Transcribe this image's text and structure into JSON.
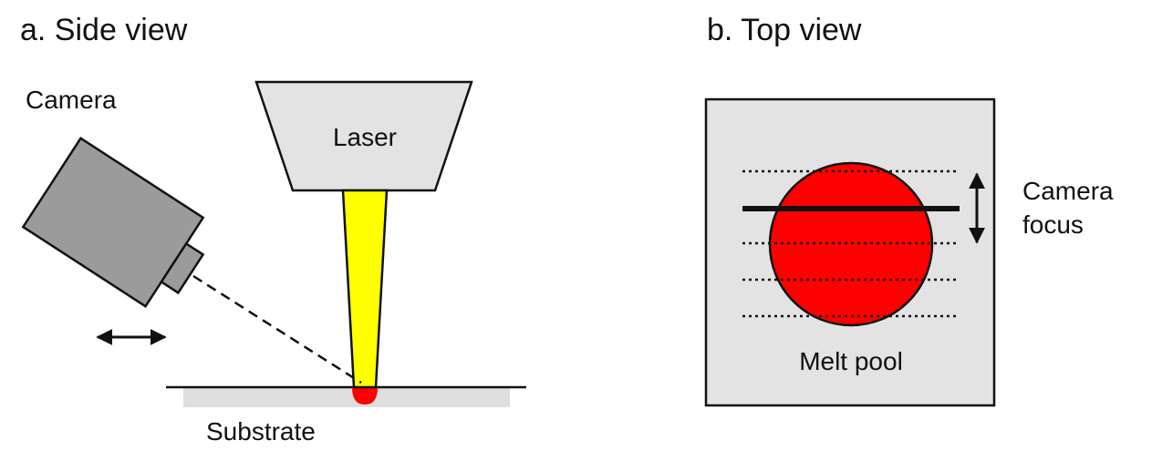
{
  "panel_a": {
    "title": "a. Side view",
    "camera_label": "Camera",
    "laser_label": "Laser",
    "substrate_label": "Substrate"
  },
  "panel_b": {
    "title": "b. Top view",
    "melt_pool_label": "Melt pool",
    "camera_focus_label_line1": "Camera",
    "camera_focus_label_line2": "focus"
  },
  "colors": {
    "housing_gray": "#9b9b9b",
    "laser_box_gray": "#e3e3e3",
    "substrate_gray": "#dedede",
    "laser_beam_yellow": "#ffff00",
    "melt_pool_red": "#ff0000",
    "outline": "#111111"
  },
  "icons": {
    "camera_motion": "double-headed-arrow-icon",
    "focus_motion": "vertical-double-headed-arrow-icon"
  }
}
